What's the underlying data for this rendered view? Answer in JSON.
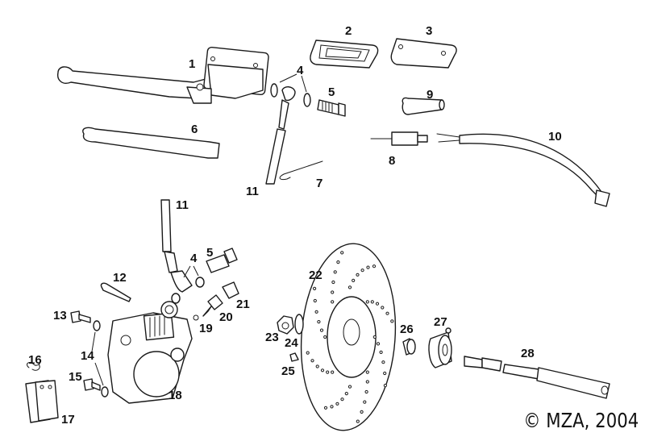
{
  "diagram": {
    "title": "Front brake assembly exploded view",
    "copyright": "© MZA, 2004",
    "parts": [
      {
        "id": "1",
        "label": "1",
        "name": "master-cylinder-with-lever"
      },
      {
        "id": "2",
        "label": "2",
        "name": "reservoir-gasket"
      },
      {
        "id": "3",
        "label": "3",
        "name": "reservoir-cap"
      },
      {
        "id": "4a",
        "label": "4",
        "name": "sealing-washer-upper"
      },
      {
        "id": "5a",
        "label": "5",
        "name": "banjo-bolt-upper"
      },
      {
        "id": "6",
        "label": "6",
        "name": "brake-lever"
      },
      {
        "id": "7",
        "label": "7",
        "name": "lever-spring"
      },
      {
        "id": "8",
        "label": "8",
        "name": "brake-light-switch"
      },
      {
        "id": "9",
        "label": "9",
        "name": "switch-boot"
      },
      {
        "id": "10",
        "label": "10",
        "name": "switch-wire-harness"
      },
      {
        "id": "11a",
        "label": "11",
        "name": "brake-hose-upper"
      },
      {
        "id": "11b",
        "label": "11",
        "name": "brake-hose-lower"
      },
      {
        "id": "4b",
        "label": "4",
        "name": "sealing-washer-lower"
      },
      {
        "id": "5b",
        "label": "5",
        "name": "banjo-bolt-lower"
      },
      {
        "id": "12",
        "label": "12",
        "name": "pad-pin"
      },
      {
        "id": "13",
        "label": "13",
        "name": "caliper-bolt-upper"
      },
      {
        "id": "14",
        "label": "14",
        "name": "caliper-washer"
      },
      {
        "id": "15",
        "label": "15",
        "name": "caliper-bolt-lower"
      },
      {
        "id": "16",
        "label": "16",
        "name": "pin-clip"
      },
      {
        "id": "17",
        "label": "17",
        "name": "brake-pads"
      },
      {
        "id": "18",
        "label": "18",
        "name": "brake-caliper"
      },
      {
        "id": "19",
        "label": "19",
        "name": "bleed-ball"
      },
      {
        "id": "20",
        "label": "20",
        "name": "bleed-screw"
      },
      {
        "id": "21",
        "label": "21",
        "name": "bleed-cap"
      },
      {
        "id": "22",
        "label": "22",
        "name": "brake-disc"
      },
      {
        "id": "23",
        "label": "23",
        "name": "axle-nut"
      },
      {
        "id": "24",
        "label": "24",
        "name": "axle-washer"
      },
      {
        "id": "25",
        "label": "25",
        "name": "disc-bolt"
      },
      {
        "id": "26",
        "label": "26",
        "name": "wheel-spacer"
      },
      {
        "id": "27",
        "label": "27",
        "name": "speedometer-drive"
      },
      {
        "id": "28",
        "label": "28",
        "name": "front-axle"
      }
    ]
  }
}
